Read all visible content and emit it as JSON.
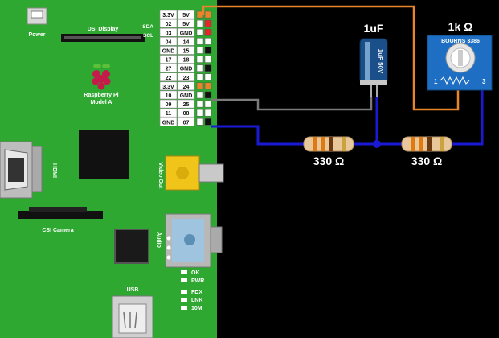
{
  "board": {
    "power_label": "Power",
    "dsi_label": "DSI Display",
    "brand_line1": "Raspberry Pi",
    "brand_line2": "Model A",
    "hdmi_label": "HDMI",
    "video_label": "Video Out",
    "audio_label": "Audio",
    "csi_label": "CSI Camera",
    "usb_label": "USB",
    "leds": [
      "OK",
      "PWR",
      "FDX",
      "LNK",
      "10M"
    ]
  },
  "header": {
    "side_labels": [
      "SDA",
      "SCL"
    ],
    "rows": [
      [
        "3.3V",
        "5V"
      ],
      [
        "02",
        "5V"
      ],
      [
        "03",
        "GND"
      ],
      [
        "04",
        "14"
      ],
      [
        "GND",
        "15"
      ],
      [
        "17",
        "18"
      ],
      [
        "27",
        "GND"
      ],
      [
        "22",
        "23"
      ],
      [
        "3.3V",
        "24"
      ],
      [
        "10",
        "GND"
      ],
      [
        "09",
        "25"
      ],
      [
        "11",
        "08"
      ],
      [
        "GND",
        "07"
      ]
    ]
  },
  "components": {
    "capacitor_label": "1uF",
    "capacitor_print": "1uF 50V",
    "potentiometer_label": "1k Ω",
    "pot_brand": "BOURNS 3386",
    "pot_pin1": "1",
    "pot_pin3": "3",
    "resistor1_label": "330 Ω",
    "resistor2_label": "330 Ω"
  },
  "colors": {
    "board": "#2fa832",
    "wire_orange": "#e8842a",
    "wire_gray": "#7a7a7a",
    "wire_blue": "#1a1ad6",
    "pot_blue": "#1e6fc4",
    "cap_blue": "#1b4f8a"
  }
}
